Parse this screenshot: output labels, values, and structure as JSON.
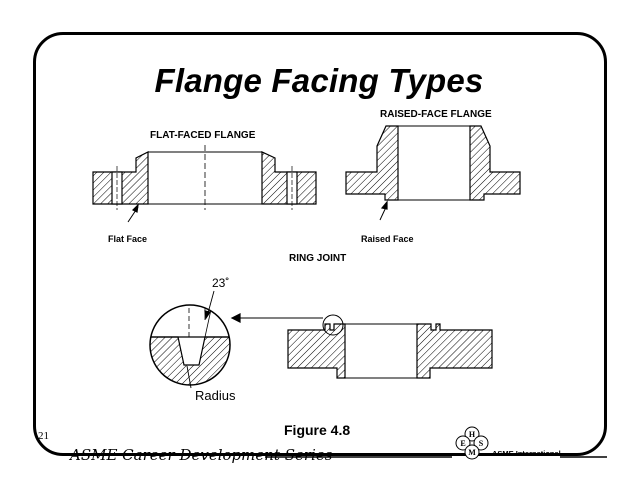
{
  "slide": {
    "title": "Flange Facing Types",
    "number": "21",
    "figure_label": "Figure 4.8"
  },
  "diagram": {
    "flat_faced_title": "FLAT-FACED FLANGE",
    "flat_face_caption": "Flat Face",
    "raised_face_title": "RAISED-FACE FLANGE",
    "raised_face_caption": "Raised Face",
    "ring_joint_title": "RING JOINT",
    "angle_label": "23˚",
    "radius_label": "Radius"
  },
  "footer": {
    "series": "ASME Career Development Series",
    "org": "ASME International",
    "logo_letters": [
      "H",
      "E",
      "S",
      "M"
    ]
  }
}
